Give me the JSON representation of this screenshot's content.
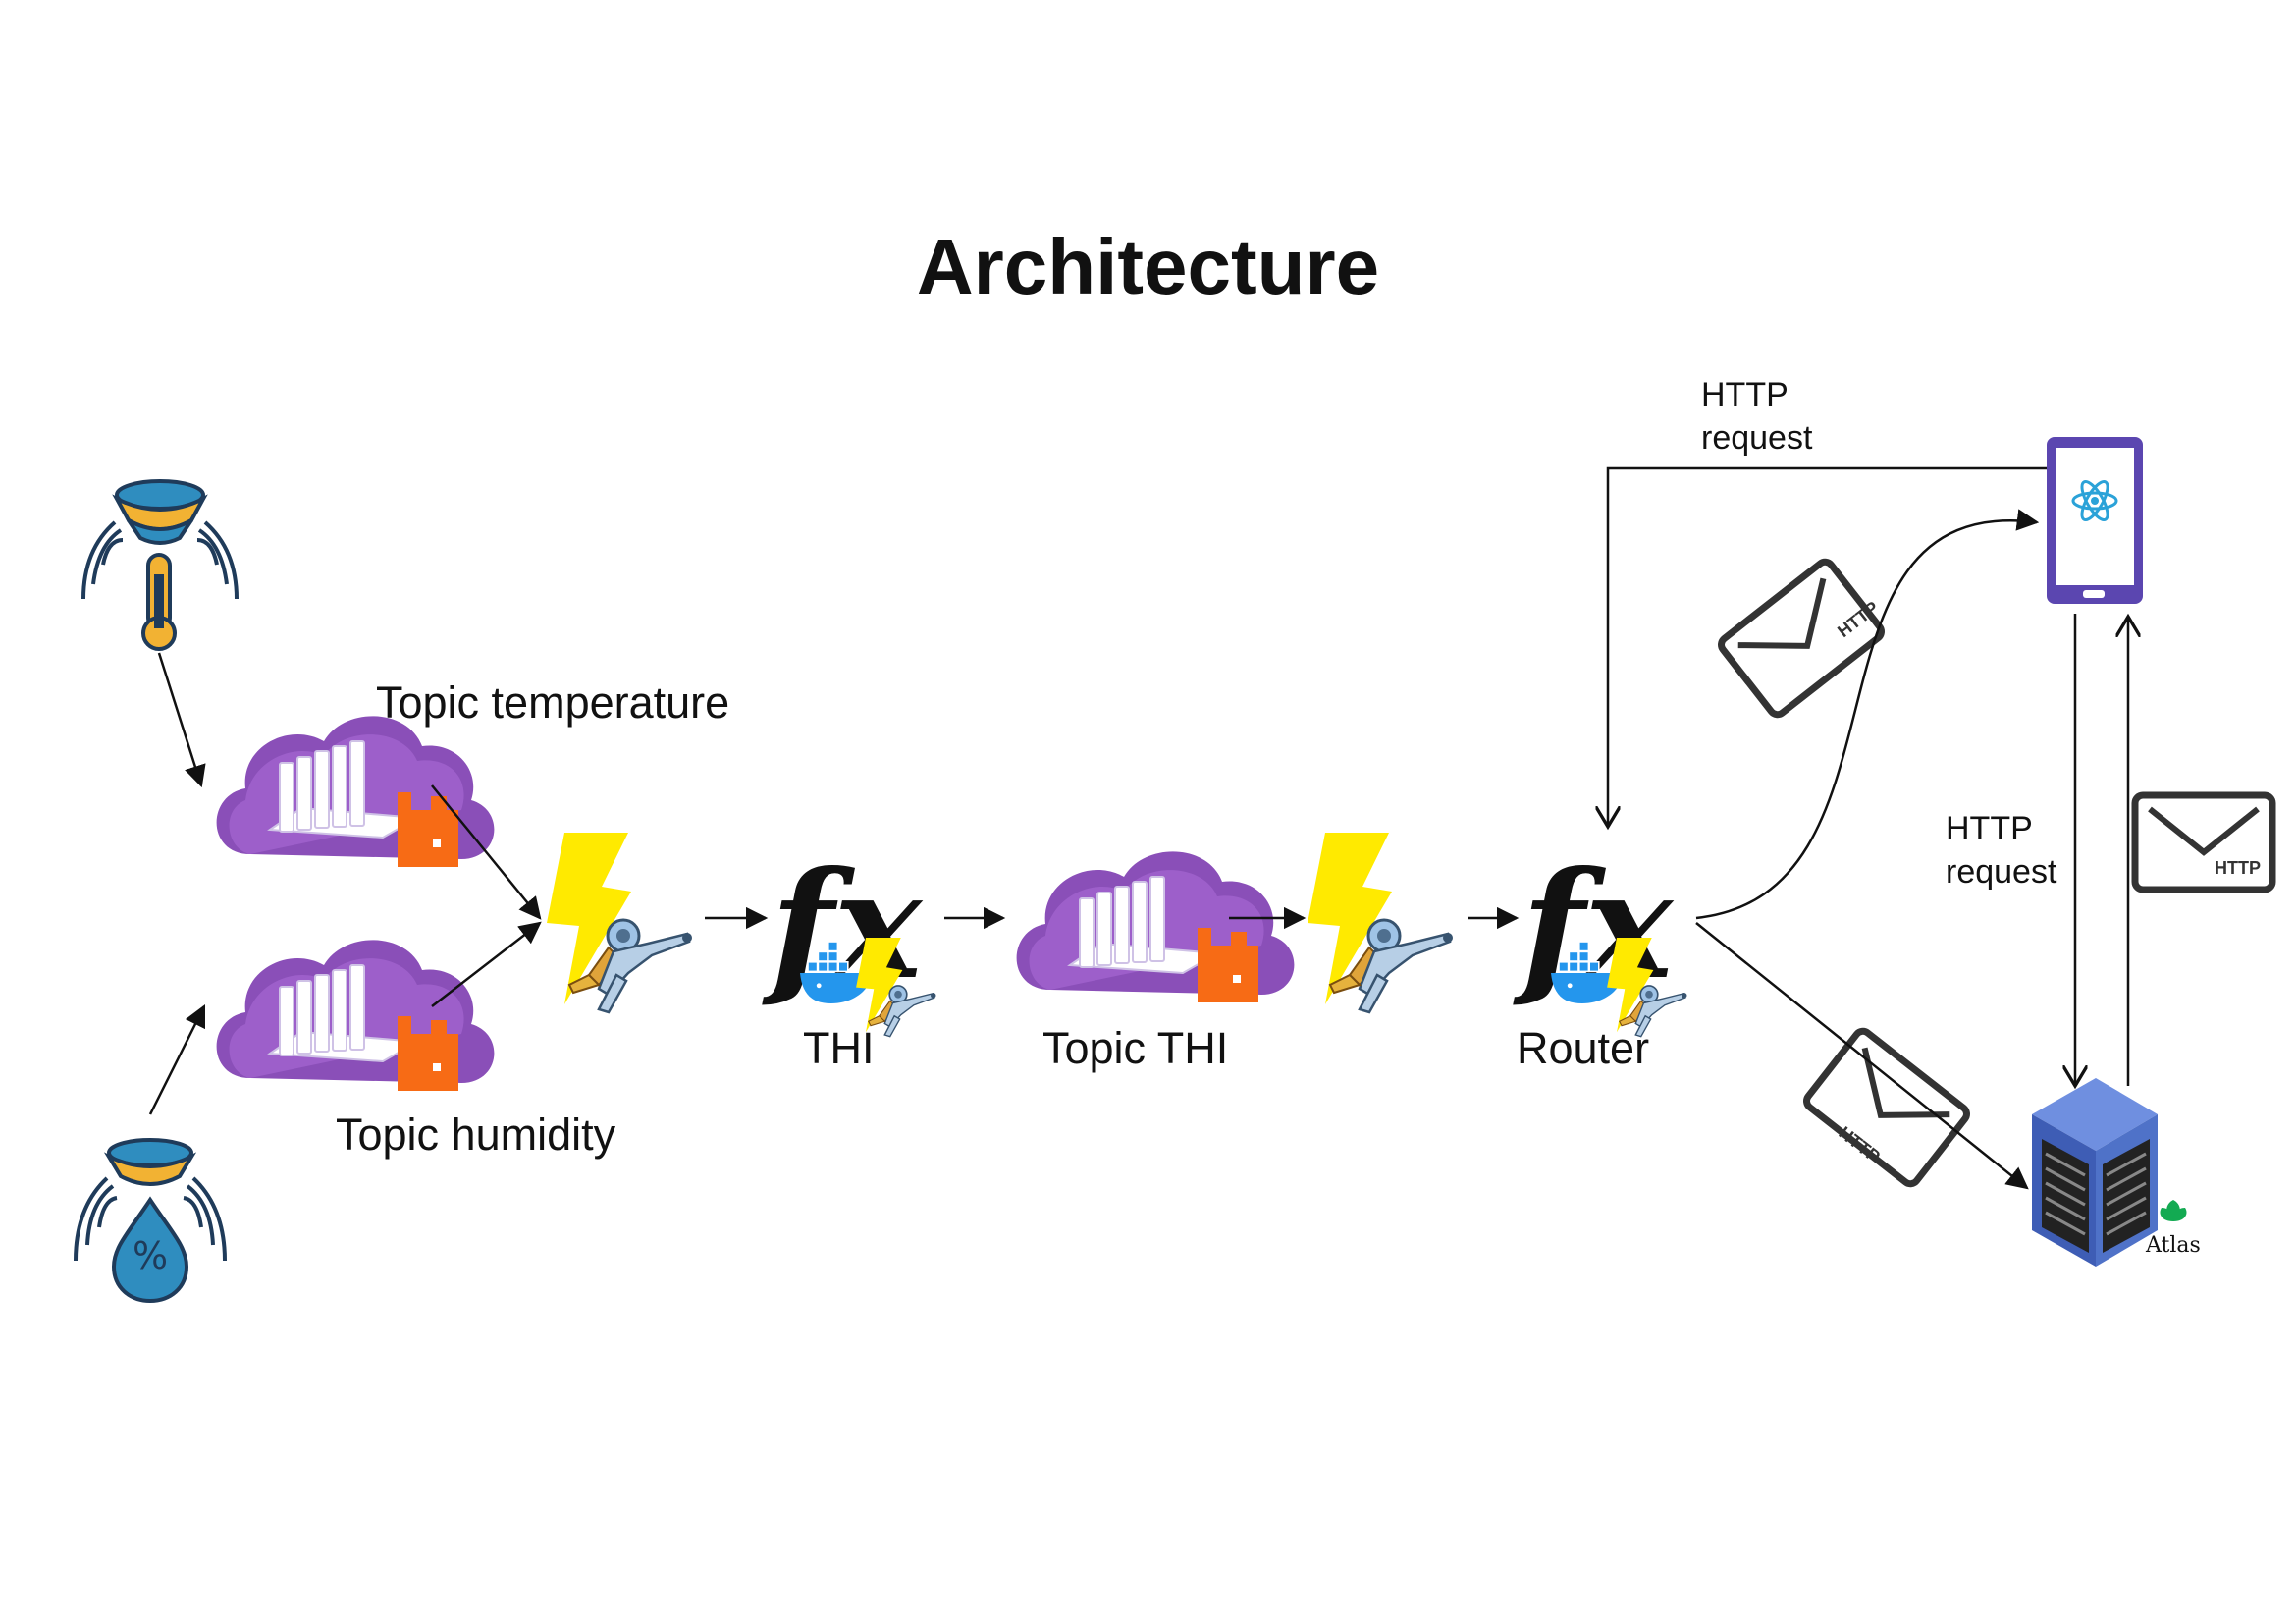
{
  "title": "Architecture",
  "labels": {
    "topic_temperature": "Topic temperature",
    "topic_humidity": "Topic humidity",
    "thi": "THI",
    "topic_thi": "Topic THI",
    "router": "Router",
    "http_request_top_line1": "HTTP",
    "http_request_top_line2": "request",
    "http_request_mid_line1": "HTTP",
    "http_request_mid_line2": "request",
    "http_badge": "HTTP",
    "atlas": "Atlas",
    "fx": "fx",
    "humidity_symbol": "%"
  },
  "icons": {
    "temperature_sensor": "thermometer-sensor-icon",
    "humidity_sensor": "humidity-sensor-icon",
    "kafka_topic": "cloud-kafka-icon",
    "trigger": "lightning-connector-icon",
    "function": "fx-docker-function-icon",
    "mobile_app": "react-phone-icon",
    "server": "server-rack-icon",
    "message": "http-envelope-icon"
  },
  "colors": {
    "cloud_purple": "#8a4fb8",
    "cloud_purple_light": "#a868d4",
    "kafka_orange": "#f76b15",
    "lightning_yellow": "#ffea00",
    "sensor_blue": "#2f8dbf",
    "sensor_gold": "#f2b233",
    "phone_purple": "#5b46b0",
    "react_blue": "#2ba2d8",
    "server_blue": "#4f72c8",
    "docker_blue": "#2496ed",
    "atlas_green": "#13aa52"
  }
}
